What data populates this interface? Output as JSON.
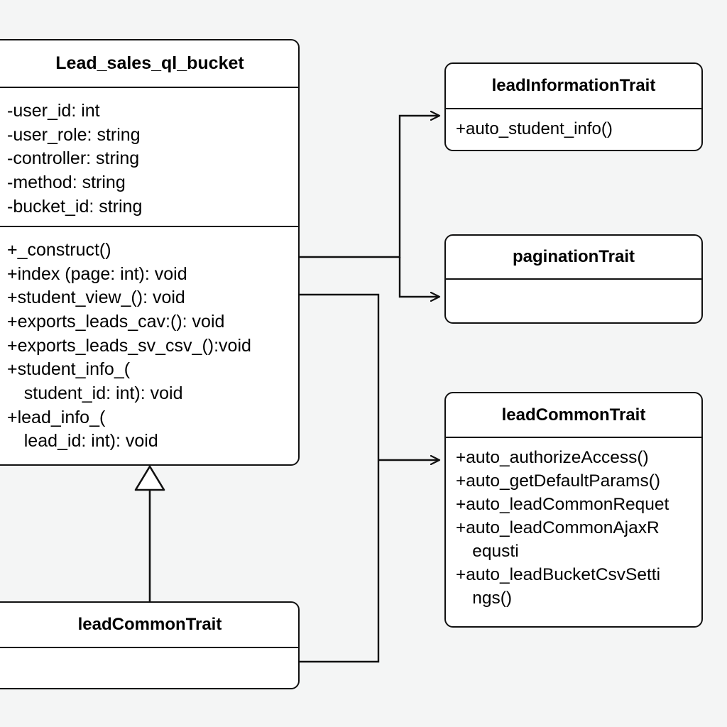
{
  "diagram": {
    "type": "uml-class-diagram",
    "background_color": "#f4f5f5",
    "box_fill": "#ffffff",
    "stroke_color": "#111111"
  },
  "main_class": {
    "name": "Lead_sales_ql_bucket",
    "attributes": [
      "-user_id: int",
      "-user_role: string",
      "-controller: string",
      "-method: string",
      "-bucket_id: string"
    ],
    "methods": [
      {
        "text": "+_construct()",
        "continuation": false
      },
      {
        "text": "+index (page: int): void",
        "continuation": false
      },
      {
        "text": "+student_view_(): void",
        "continuation": false
      },
      {
        "text": "+exports_leads_cav:(): void",
        "continuation": false
      },
      {
        "text": "+exports_leads_sv_csv_():void",
        "continuation": false
      },
      {
        "text": "+student_info_(",
        "continuation": false
      },
      {
        "text": "student_id: int): void",
        "continuation": true
      },
      {
        "text": "+lead_info_(",
        "continuation": false
      },
      {
        "text": "lead_id: int): void",
        "continuation": true
      }
    ]
  },
  "trait_information": {
    "name": "leadInformationTrait",
    "methods": [
      {
        "text": "+auto_student_info()",
        "continuation": false
      }
    ]
  },
  "trait_pagination": {
    "name": "paginationTrait",
    "methods": []
  },
  "trait_common_right": {
    "name": "leadCommonTrait",
    "methods": [
      {
        "text": "+auto_authorizeAccess()",
        "continuation": false
      },
      {
        "text": "+auto_getDefaultParams()",
        "continuation": false
      },
      {
        "text": "+auto_leadCommonRequet",
        "continuation": false
      },
      {
        "text": "+auto_leadCommonAjaxR",
        "continuation": false
      },
      {
        "text": "equsti",
        "continuation": true
      },
      {
        "text": "+auto_leadBucketCsvSetti",
        "continuation": false
      },
      {
        "text": "ngs()",
        "continuation": true
      }
    ]
  },
  "trait_common_bottom": {
    "name": "leadCommonTrait",
    "methods": []
  },
  "connectors": [
    {
      "name": "uses-leadInformationTrait",
      "from": "Lead_sales_ql_bucket",
      "to": "leadInformationTrait",
      "arrow": "open-arrow"
    },
    {
      "name": "uses-paginationTrait",
      "from": "Lead_sales_ql_bucket",
      "to": "paginationTrait",
      "arrow": "open-arrow"
    },
    {
      "name": "uses-leadCommonTrait",
      "from": "leadCommonTrait",
      "to": "leadCommonTrait",
      "arrow": "open-arrow"
    },
    {
      "name": "generalization",
      "from": "leadCommonTrait",
      "to": "Lead_sales_ql_bucket",
      "arrow": "hollow-triangle"
    }
  ]
}
